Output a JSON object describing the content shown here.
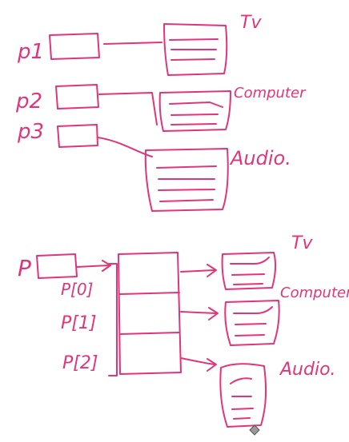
{
  "ink_color": "#e0357a",
  "background": "#ffffff",
  "top_diagram": {
    "pointers": [
      "p1",
      "p2",
      "p3"
    ],
    "objects": [
      "Tv",
      "Computer",
      "Audio."
    ]
  },
  "bottom_diagram": {
    "pointer": "P",
    "array_entries": [
      "P[0]",
      "P[1]",
      "P[2]"
    ],
    "objects": [
      "Tv",
      "Computer",
      "Audio."
    ]
  },
  "cursor_icon": "pen-cursor-icon"
}
